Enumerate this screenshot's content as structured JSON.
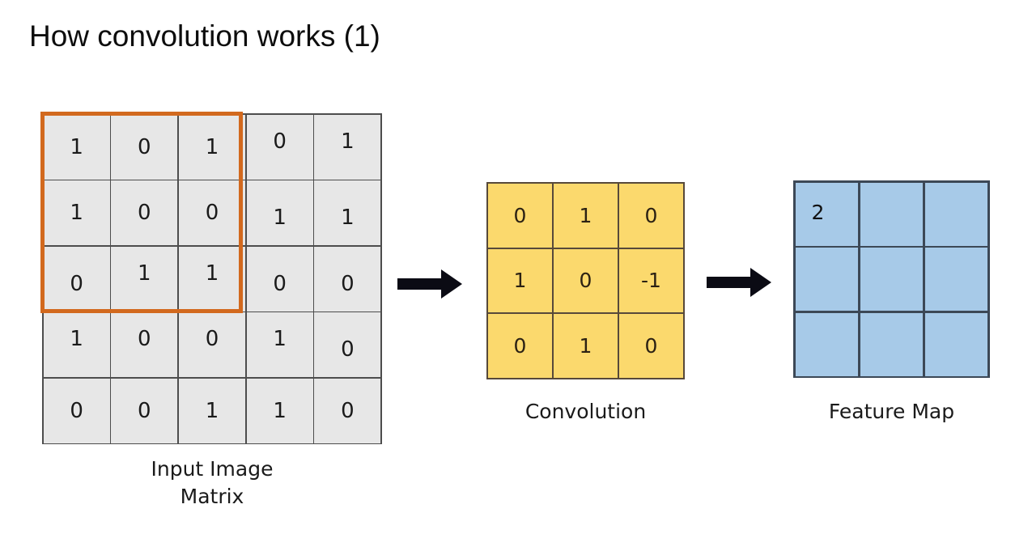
{
  "slide": {
    "title": "How convolution works (1)",
    "background_color": "#ffffff"
  },
  "colors": {
    "input_cell": "#e7e7e7",
    "input_gridline": "#4d4d4d",
    "selection_box": "#d2691e",
    "kernel_cell": "#fbd96d",
    "kernel_gridline": "#57493a",
    "feature_map_cell": "#a7cae8",
    "feature_map_gridline": "#3c4856",
    "arrow": "#0b0b14",
    "text": "#1a1a1a"
  },
  "input_matrix": {
    "caption": "Input Image\nMatrix",
    "rows": 5,
    "cols": 5,
    "values": [
      [
        "1",
        "0",
        "1",
        "0",
        "1"
      ],
      [
        "1",
        "0",
        "0",
        "1",
        "1"
      ],
      [
        "0",
        "1",
        "1",
        "0",
        "0"
      ],
      [
        "1",
        "0",
        "0",
        "1",
        "0"
      ],
      [
        "0",
        "0",
        "1",
        "1",
        "0"
      ]
    ],
    "selection": {
      "label": "receptive-field-window",
      "start_row": 0,
      "start_col": 0,
      "rows": 3,
      "cols": 3
    }
  },
  "kernel_matrix": {
    "caption": "Convolution",
    "rows": 3,
    "cols": 3,
    "values": [
      [
        "0",
        "1",
        "0"
      ],
      [
        "1",
        "0",
        "-1"
      ],
      [
        "0",
        "1",
        "0"
      ]
    ]
  },
  "feature_map_matrix": {
    "caption": "Feature Map",
    "rows": 3,
    "cols": 3,
    "values": [
      [
        "2",
        "",
        ""
      ],
      [
        "",
        "",
        ""
      ],
      [
        "",
        "",
        ""
      ]
    ]
  },
  "arrows": [
    {
      "name": "arrow-input-to-kernel",
      "direction": "right"
    },
    {
      "name": "arrow-kernel-to-feature-map",
      "direction": "right"
    }
  ]
}
